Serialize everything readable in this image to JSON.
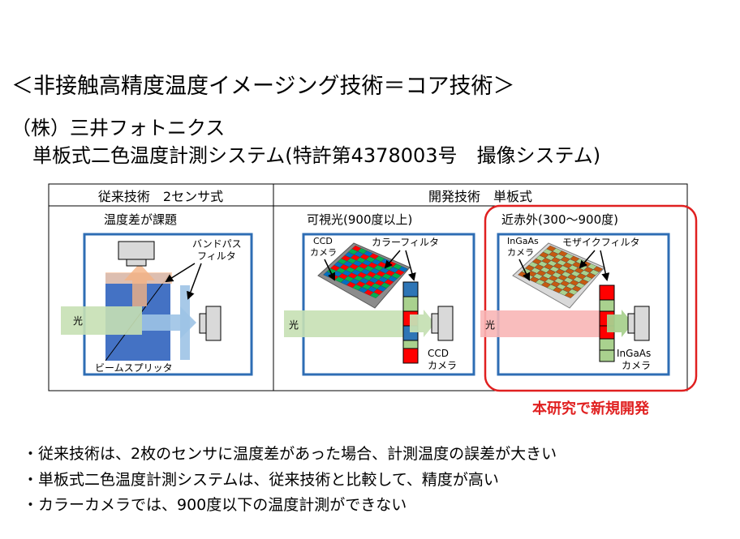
{
  "heading": {
    "title": "＜非接触高精度温度イメージング技術＝コア技術＞",
    "company": "（株）三井フォトニクス",
    "system": "単板式二色温度計測システム(特許第4378003号　撮像システム)"
  },
  "table": {
    "col1_header": "従来技術　2センサ式",
    "col2_header": "開発技術　単板式"
  },
  "panel_conventional": {
    "caption": "温度差が課題",
    "filter_label_1": "バンドパス",
    "filter_label_2": "フィルタ",
    "light_label": "光",
    "splitter_label": "ビームスプリッタ"
  },
  "panel_visible": {
    "caption": "可視光(900度以上)",
    "ccd_label_1": "CCD",
    "ccd_label_2": "カメラ",
    "filter_label": "カラーフィルタ",
    "light_label": "光",
    "cam_label_1": "CCD",
    "cam_label_2": "カメラ"
  },
  "panel_nir": {
    "caption": "近赤外(300～900度)",
    "ingaas_label_1": "InGaAs",
    "ingaas_label_2": "カメラ",
    "filter_label": "モザイクフィルタ",
    "light_label": "光",
    "cam_label_1": "InGaAs",
    "cam_label_2": "カメラ",
    "highlight_note": "本研究で新規開発"
  },
  "bullets": [
    "・従来技術は、2枚のセンサに温度差があった場合、計測温度の誤差が大きい",
    "・単板式二色温度計測システムは、従来技術と比較して、精度が高い",
    "・カラーカメラでは、900度以下の温度計測ができない"
  ],
  "colors": {
    "panel_border": "#2e6db4",
    "highlight": "#e02020",
    "green_beam": "#c6e0b4",
    "red_beam": "#f8b6b6",
    "blue_beam": "#9dc3e6",
    "orange_beam": "#f8cbad",
    "splitter_blue": "#4472c4",
    "mosaic_orange": "#c55a11",
    "mosaic_green": "#a9d18e"
  },
  "icons": [
    "camera-icon",
    "arrow-icon",
    "grid-sensor-icon"
  ]
}
